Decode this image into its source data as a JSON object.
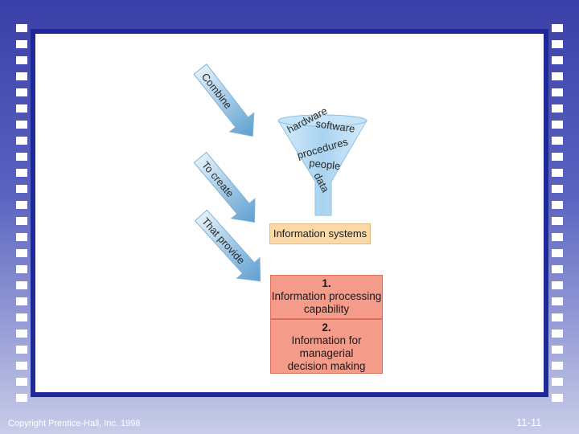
{
  "arrows": [
    {
      "label": "Combine"
    },
    {
      "label": "To create"
    },
    {
      "label": "That provide"
    }
  ],
  "funnel": {
    "items": [
      "hardware",
      "software",
      "procedures",
      "people",
      "data"
    ]
  },
  "information_box": {
    "label": "Information systems"
  },
  "outputs": [
    {
      "number": "1.",
      "lines": [
        "Information processing",
        "capability"
      ]
    },
    {
      "number": "2.",
      "lines": [
        "Information for",
        "managerial",
        "decision making"
      ]
    }
  ],
  "footer": {
    "copyright": "Copyright Prentice-Hall, Inc. 1998",
    "slide_number": "11-11"
  },
  "colors": {
    "arrow_light": "#e2f0fa",
    "arrow_dark": "#5e9fd0",
    "funnel": "#a9d3f0",
    "info_box": "#fbd9a6",
    "output_box": "#f49b8a",
    "frame_border": "#1e2896"
  }
}
